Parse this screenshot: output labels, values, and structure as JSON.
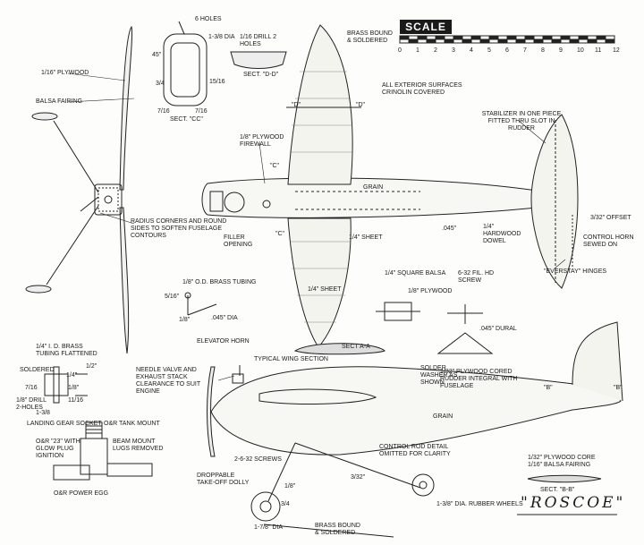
{
  "scale": {
    "title": "SCALE",
    "ticks": [
      "0",
      "1",
      "2",
      "3",
      "4",
      "5",
      "6",
      "7",
      "8",
      "9",
      "10",
      "11",
      "12"
    ]
  },
  "labels": {
    "six_holes": "6 HOLES",
    "brass_bound_top": "BRASS BOUND & SOLDERED",
    "three_quarter": "3/4",
    "dia_1_3_8": "1-3/8 DIA",
    "dim_15_16": "15/16",
    "drill_holes": "1/16 DRILL 2 HOLES",
    "sect_dd": "SECT. \"D-D\"",
    "sect_cc": "SECT. \"CC\"",
    "dim_7_16": "7/16",
    "dim_7_16b": "7/16",
    "ply_1_16": "1/16\" PLYWOOD",
    "balsa_fairing": "BALSA FAIRING",
    "exterior": "ALL EXTERIOR SURFACES CRINOLIN COVERED",
    "stabilizer": "STABILIZER IN ONE PIECE FITTED THRU SLOT IN RUDDER",
    "firewall": "1/8\" PLYWOOD FIREWALL",
    "grain_top": "GRAIN",
    "offset": "3/32\" OFFSET",
    "control_horn": "CONTROL HORN SEWED ON",
    "dowel": "1/4\" HARDWOOD DOWEL",
    "sheet_quarter": "1/4\" SHEET",
    "sheet_quarter_b": "1/4\" SHEET",
    "dim_045": ".045\"",
    "filler": "FILLER OPENING",
    "radius": "RADIUS CORNERS AND ROUND SIDES TO SOFTEN FUSELAGE CONTOURS",
    "everstay": "\"EVERSTAY\" HINGES",
    "square_balsa": "1/4\" SQUARE BALSA",
    "ply_1_8": "1/8\" PLYWOOD",
    "screw": "6-32 FIL. HD SCREW",
    "tubing": "1/8\" O.D. BRASS TUBING",
    "dim_5_16": "5/16\"",
    "dim_1_8": "1/8\"",
    "dia_045": ".045\" DIA",
    "elevator_horn": "ELEVATOR HORN",
    "dural": ".045\" DURAL",
    "solder_washer": "SOLDER WASHER AS SHOWN",
    "wing_section": "TYPICAL WING SECTION",
    "sect_ab": "Sect A-A",
    "id_tubing": "1/4\" I. D. BRASS TUBING FLATTENED",
    "soldered": "SOLDERED",
    "dim_7_16c": "7/16",
    "drill_8": "1/8\" DRILL 2-HOLES",
    "dim_1_4": "1/4\"",
    "dim_1_8b": "1/8\"",
    "dim_1_2": "1/2\"",
    "dim_11_16": "11/16",
    "dim_1_3_8": "1-3/8",
    "gear_socket": "LANDING GEAR SOCKET",
    "needle": "NEEDLE VALVE AND EXHAUST STACK CLEARANCE TO SUIT ENGINE",
    "ply_cored": "1/32\" PLYWOOD CORED RUDDER INTEGRAL WITH FUSELAGE",
    "b_mark": "\"B\"",
    "b_mark2": "\"B\"",
    "grain_side": "GRAIN",
    "tank_mount": "O&R TANK MOUNT",
    "or_23": "O&R \"23\" WITH GLOW PLUG IGNITION",
    "beam_mount": "BEAM MOUNT LUGS REMOVED",
    "power_egg": "O&R POWER EGG",
    "screws": "2-6-32 SCREWS",
    "dolly": "DROPPABLE TAKE-OFF DOLLY",
    "control_rod": "CONTROL ROD DETAIL OMITTED FOR CLARITY",
    "dim_3_32": "3/32\"",
    "ply_core": "1/32\" PLYWOOD CORE 1/16\" BALSA FAIRING",
    "sect_bb": "SECT. \"B-B\"",
    "rubber_wheels": "1-3/8\" DIA. RUBBER WHEELS",
    "wheel_small": "1-7/8\" DIA",
    "brass_bound_bottom": "BRASS BOUND & SOLDERED",
    "dim_3_4": "3/4",
    "dim_1_8c": "1/8\"",
    "mark_c": "\"C\"",
    "mark_c2": "\"C\"",
    "mark_d": "\"D\"",
    "mark_d2": "\"D\"",
    "dim_45": "45\""
  },
  "title": "\"ROSCOE\""
}
